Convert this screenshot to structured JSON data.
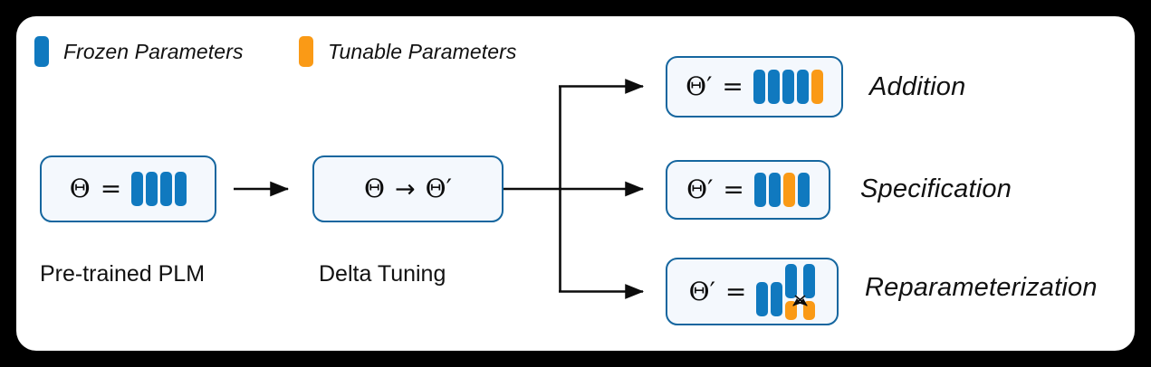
{
  "figure": {
    "background_color": "#000000",
    "panel_color": "#ffffff",
    "frozen_color": "#1079bf",
    "tunable_color": "#fa9a16",
    "box_border_color": "#15669f",
    "box_fill_color": "#f4f8fd"
  },
  "legend": {
    "items": [
      {
        "label": "Frozen Parameters",
        "color_key": "frozen",
        "swatch_icon": "blue-bar-swatch"
      },
      {
        "label": "Tunable Parameters",
        "color_key": "tunable",
        "swatch_icon": "orange-bar-swatch"
      }
    ]
  },
  "pipeline": {
    "plm_box": {
      "lhs": "Θ",
      "eq": "=",
      "bars": [
        "blue",
        "blue",
        "blue",
        "blue"
      ],
      "caption": "Pre-trained PLM"
    },
    "delta_box": {
      "lhs": "Θ",
      "arrow": "→",
      "rhs": "Θ′",
      "caption": "Delta Tuning"
    }
  },
  "branches": [
    {
      "name": "addition",
      "lhs": "Θ′",
      "eq": "=",
      "bars": [
        "blue",
        "blue",
        "blue",
        "blue",
        "orange"
      ],
      "label": "Addition"
    },
    {
      "name": "specification",
      "lhs": "Θ′",
      "eq": "=",
      "bars": [
        "blue",
        "blue",
        "orange",
        "blue"
      ],
      "label": "Specification"
    },
    {
      "name": "reparameterization",
      "lhs": "Θ′",
      "eq": "=",
      "bars_full": [
        "blue",
        "blue"
      ],
      "bars_upper": [
        "blue",
        "blue"
      ],
      "bars_lower": [
        "orange",
        "orange"
      ],
      "connector_icon": "crossing-arrows",
      "label": "Reparameterization"
    }
  ]
}
